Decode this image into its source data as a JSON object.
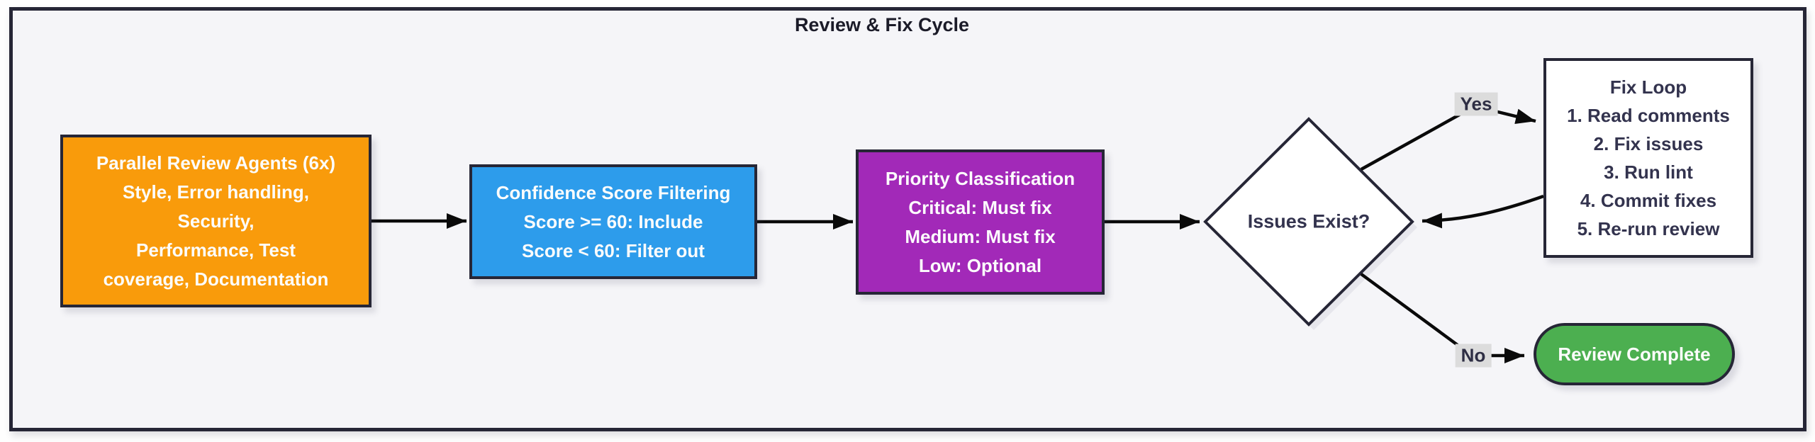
{
  "diagram": {
    "title": "Review & Fix Cycle",
    "nodes": {
      "agents": {
        "lines": [
          "Parallel Review Agents (6x)",
          "Style, Error handling,",
          "Security,",
          "Performance, Test",
          "coverage, Documentation"
        ],
        "color": "#F99B0B"
      },
      "filter": {
        "lines": [
          "Confidence Score Filtering",
          "Score >= 60: Include",
          "Score < 60: Filter out"
        ],
        "color": "#2D9CEB"
      },
      "priority": {
        "lines": [
          "Priority Classification",
          "Critical: Must fix",
          "Medium: Must fix",
          "Low: Optional"
        ],
        "color": "#A229B8"
      },
      "decision": {
        "label": "Issues Exist?",
        "color": "#FFFFFF"
      },
      "fix_loop": {
        "lines": [
          "Fix Loop",
          "1. Read comments",
          "2. Fix issues",
          "3. Run lint",
          "4. Commit fixes",
          "5. Re-run review"
        ],
        "color": "#FFFFFF"
      },
      "complete": {
        "label": "Review Complete",
        "color": "#4CAF50"
      }
    },
    "edge_labels": {
      "yes": "Yes",
      "no": "No"
    },
    "colors": {
      "frame_border": "#262636",
      "frame_background": "#F5F5F8",
      "edge": "#0A0A0A",
      "edge_label_background": "#DCDCDC",
      "dark_text": "#33334E"
    }
  }
}
